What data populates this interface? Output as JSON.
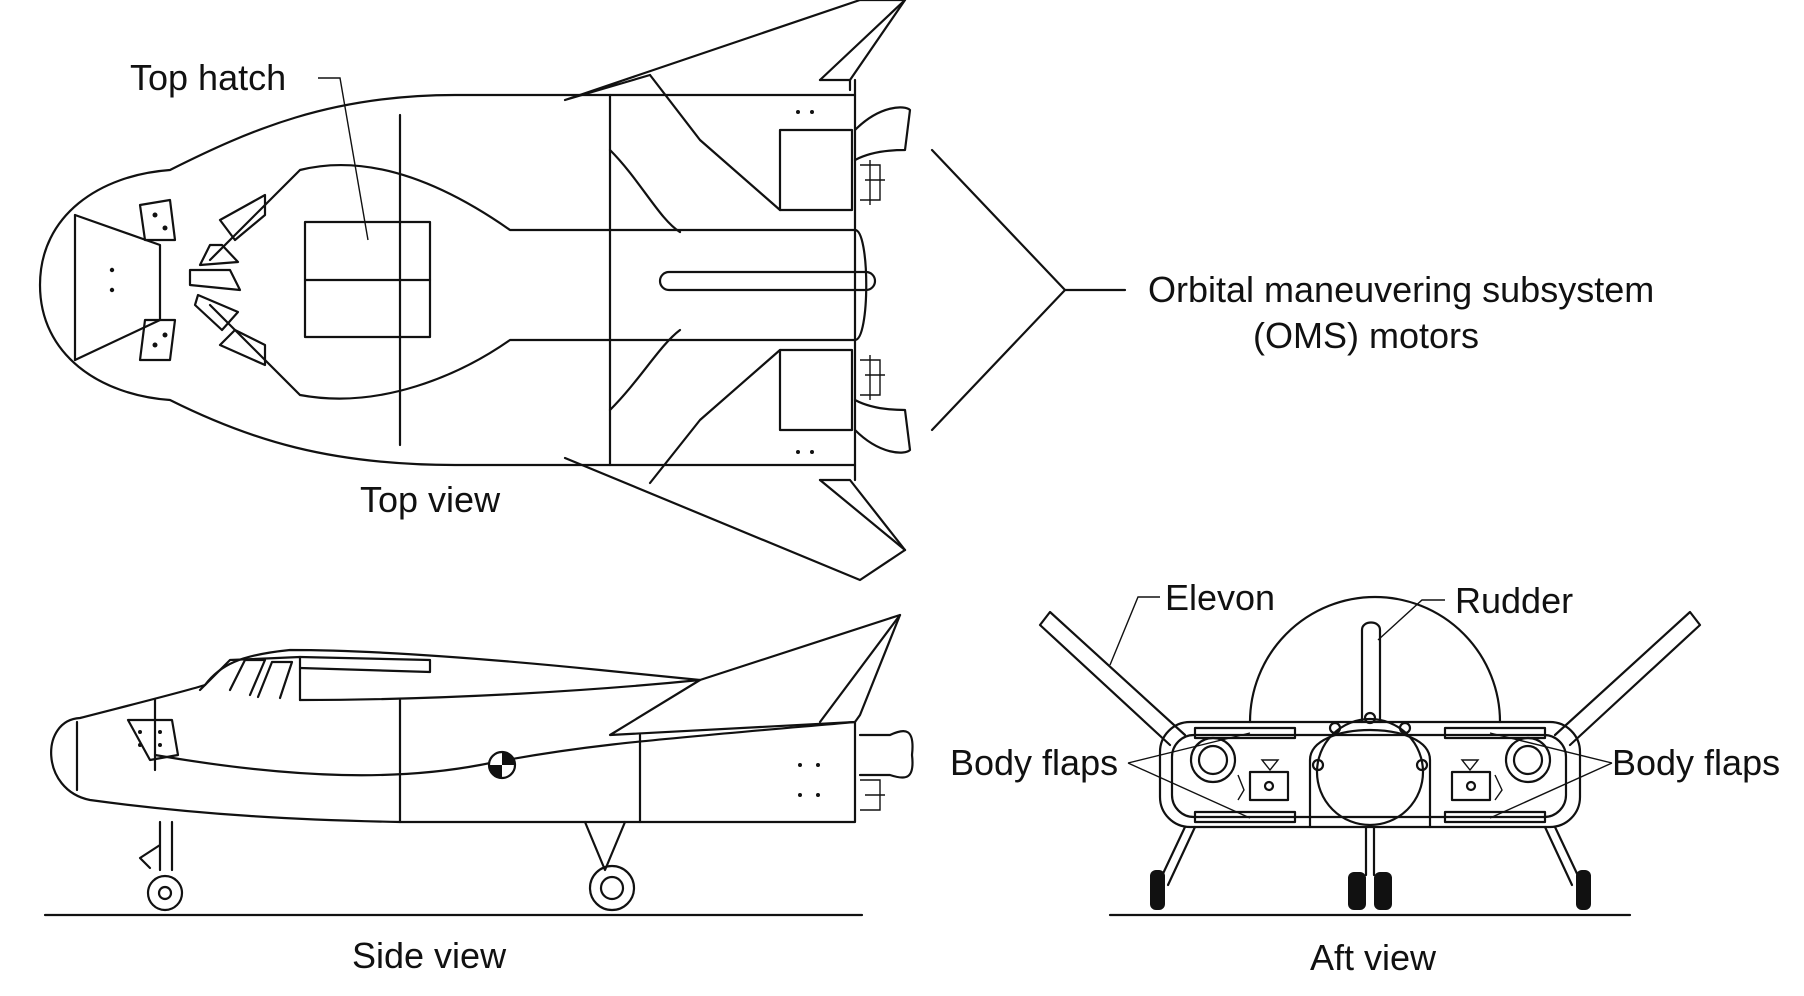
{
  "labels": {
    "top_hatch": "Top hatch",
    "oms_line1": "Orbital maneuvering subsystem",
    "oms_line2": "(OMS) motors",
    "top_view": "Top view",
    "side_view": "Side view",
    "aft_view": "Aft view",
    "elevon": "Elevon",
    "rudder": "Rudder",
    "body_flaps_left": "Body flaps",
    "body_flaps_right": "Body flaps"
  },
  "colors": {
    "ink": "#111111",
    "background": "#ffffff"
  }
}
